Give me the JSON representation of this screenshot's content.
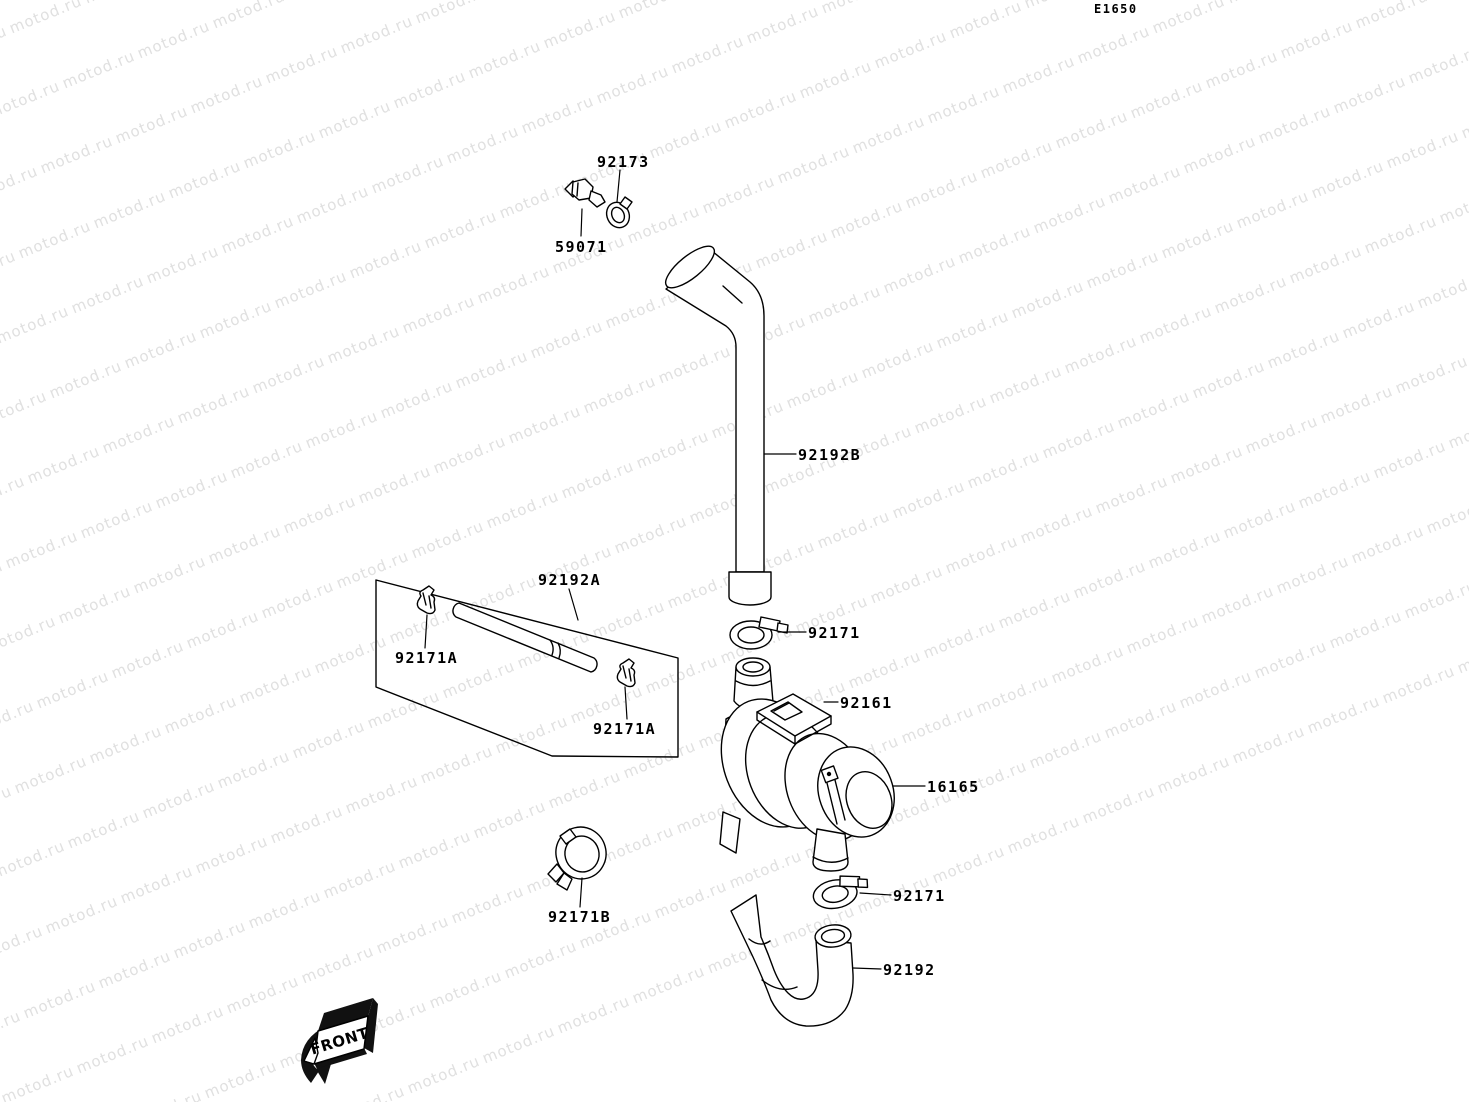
{
  "page": {
    "code": "E1650",
    "watermark_text": "motod.ru",
    "background_color": "#ffffff",
    "line_color": "#000000",
    "watermark_color": "#e0e0e0"
  },
  "diagram": {
    "front_marker": "FRONT",
    "parts": {
      "clamp_92173": "92173",
      "fitting_59071": "59071",
      "pipe_92192B": "92192B",
      "tube_92192A": "92192A",
      "clamp_92171A_left": "92171A",
      "clamp_92171A_right": "92171A",
      "clamp_92171_upper": "92171",
      "canister_92161": "92161",
      "cap_16165": "16165",
      "clamp_92171_lower": "92171",
      "hose_92192": "92192",
      "clamp_92171B": "92171B"
    }
  }
}
